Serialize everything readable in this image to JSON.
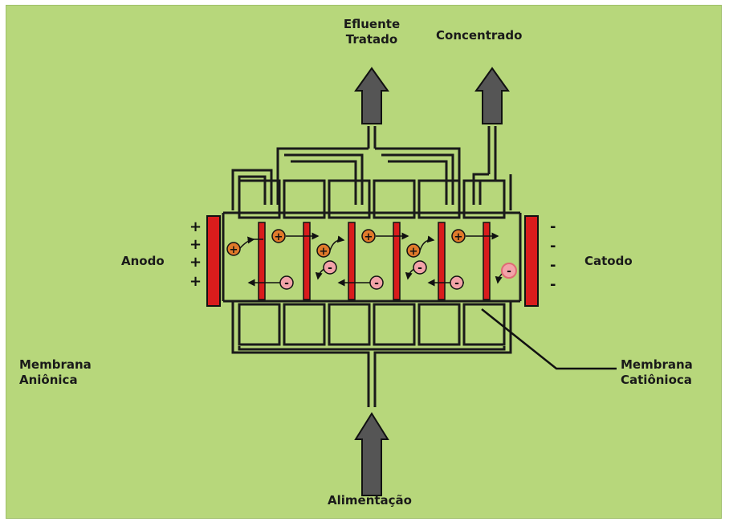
{
  "labels": {
    "treated_line1": "Efluente",
    "treated_line2": "Tratado",
    "concentrate": "Concentrado",
    "anode": "Anodo",
    "cathode": "Catodo",
    "anion_membrane_line1": "Membrana",
    "anion_membrane_line2": "Aniônica",
    "cation_membrane_line1": "Membrana",
    "cation_membrane_line2": "Catiônioca",
    "feed": "Alimentação"
  },
  "anode_signs": [
    "+",
    "+",
    "+",
    "+"
  ],
  "cathode_signs": [
    "-",
    "-",
    "-",
    "-"
  ],
  "ion_symbols": {
    "cation": "+",
    "anion": "-"
  },
  "colors": {
    "background": "#b7d77b",
    "electrode": "#d91c1c",
    "membrane": "#d91c1c",
    "pipe": "#1a1a1a",
    "arrow": "#555555",
    "cation_fill": "#e07a2a",
    "anion_fill": "#f2a3a8"
  }
}
